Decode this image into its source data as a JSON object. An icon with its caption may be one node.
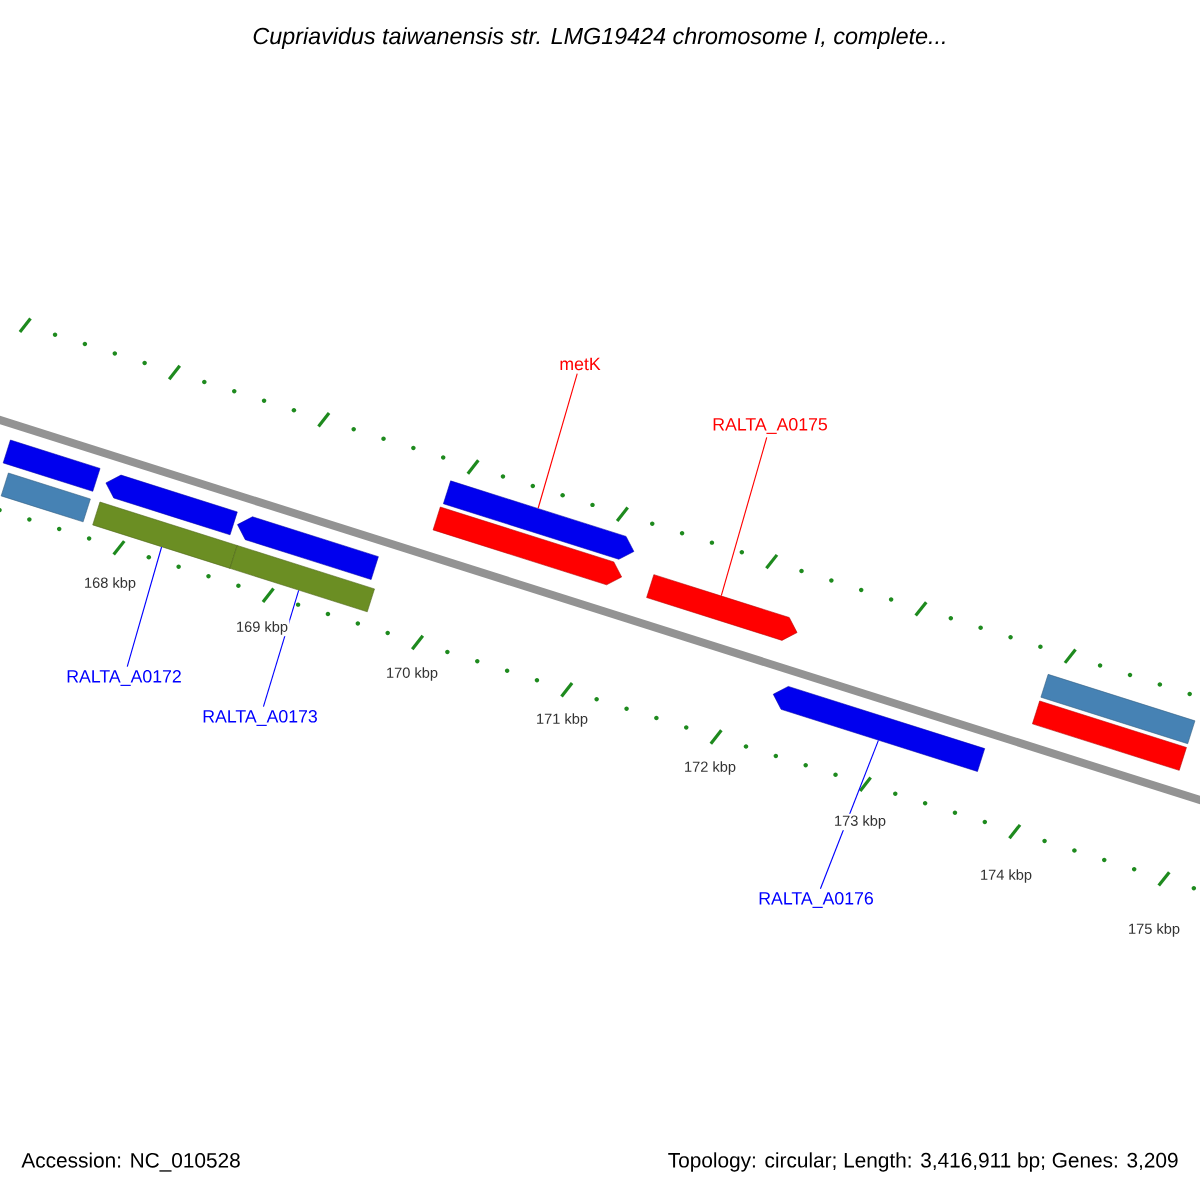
{
  "diagram": {
    "title": "Cupriavidus taiwanensis str. LMG19424 chromosome I, complete...",
    "nodes": [
      {
        "text": [
          "metK"
        ]
      },
      {
        "text": [
          "RALTA_A0175"
        ]
      },
      {
        "text": [
          "RALTA_A0172"
        ]
      },
      {
        "text": [
          "RALTA_A0173"
        ]
      },
      {
        "text": [
          "RALTA_A0176"
        ]
      },
      {
        "text": [],
        "shape": "bar"
      },
      {
        "text": [],
        "shape": "bar"
      },
      {
        "text": [],
        "shape": "bar"
      },
      {
        "text": [],
        "shape": "bar"
      },
      {
        "text": [],
        "shape": "bar"
      },
      {
        "text": [],
        "shape": "bar"
      },
      {
        "text": [],
        "shape": "bar"
      },
      {
        "text": [],
        "shape": "bar"
      },
      {
        "text": [],
        "shape": "bar"
      },
      {
        "text": [],
        "shape": "bar"
      },
      {
        "text": [],
        "shape": "bar"
      },
      {
        "text": [],
        "shape": "bar"
      }
    ],
    "edges": [
      {
        "from": 0,
        "to": 12,
        "arrow": "none",
        "color": "#ff0000"
      },
      {
        "from": 1,
        "to": 13,
        "arrow": "none",
        "color": "#ff0000"
      },
      {
        "from": 2,
        "to": 7,
        "arrow": "none",
        "color": "#0000ff"
      },
      {
        "from": 3,
        "to": 9,
        "arrow": "none",
        "color": "#0000ff"
      },
      {
        "from": 4,
        "to": 14,
        "arrow": "none",
        "color": "#0000ff"
      }
    ],
    "labels": [
      "168 kbp",
      "169 kbp",
      "170 kbp",
      "171 kbp",
      "172 kbp",
      "173 kbp",
      "174 kbp",
      "175 kbp",
      "Accession: NC_010528",
      "Topology: circular; Length: 3,416,911 bp; Genes: 3,209"
    ]
  }
}
